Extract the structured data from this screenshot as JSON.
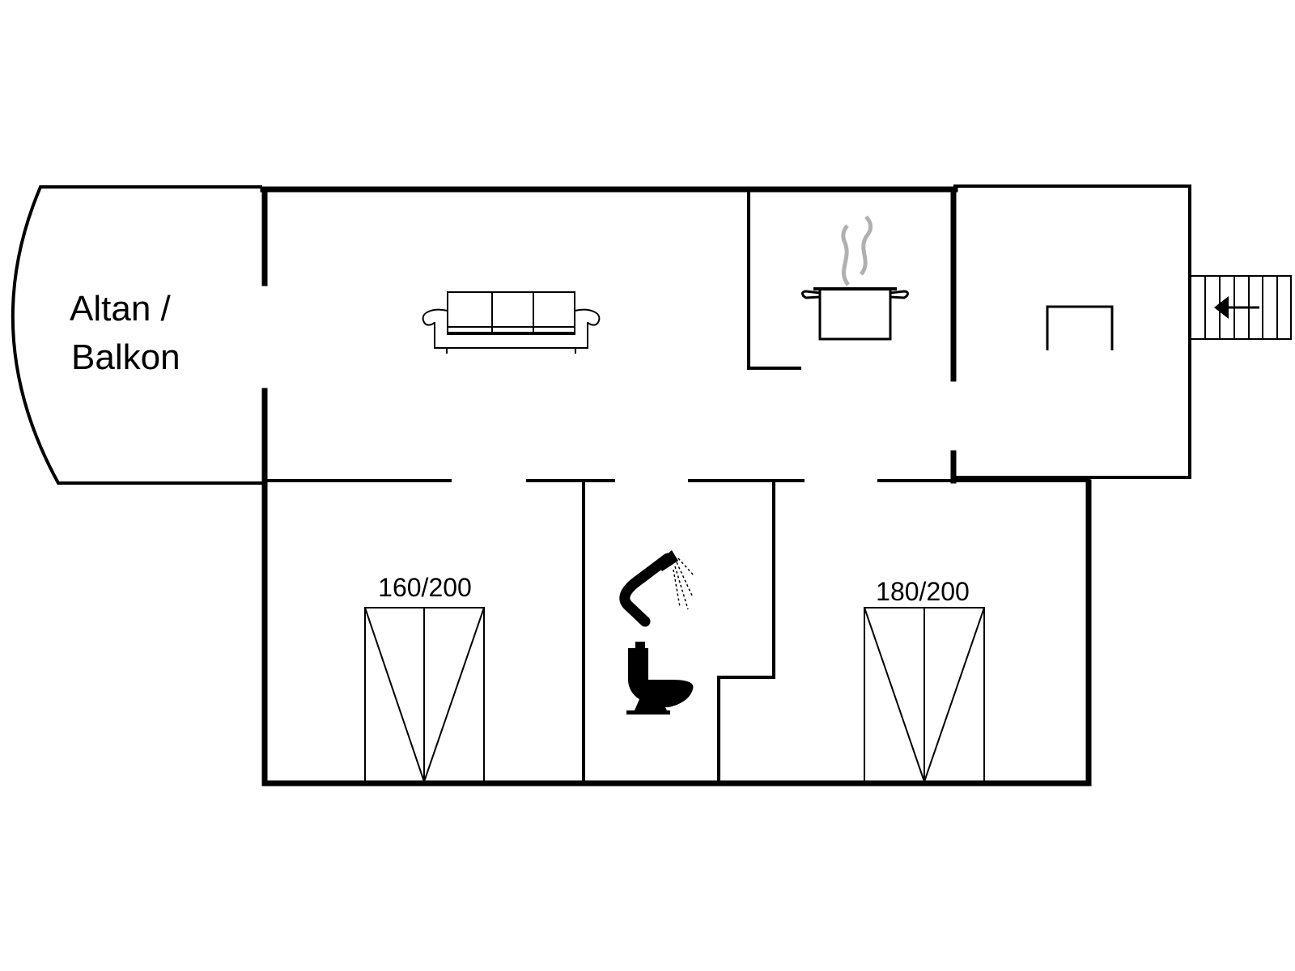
{
  "rooms": {
    "balcony_label_line1": "Altan /",
    "balcony_label_line2": "Balkon"
  },
  "beds": {
    "left_bed_size": "160/200",
    "right_bed_size": "180/200"
  },
  "icons": [
    "sofa-icon",
    "cooking-pot-icon",
    "table-icon",
    "shower-icon",
    "toilet-icon",
    "stairs-icon",
    "entrance-arrow-icon",
    "double-bed-icon"
  ],
  "colors": {
    "lines": "#000000",
    "steam": "#b0b0b0",
    "background": "#ffffff"
  }
}
